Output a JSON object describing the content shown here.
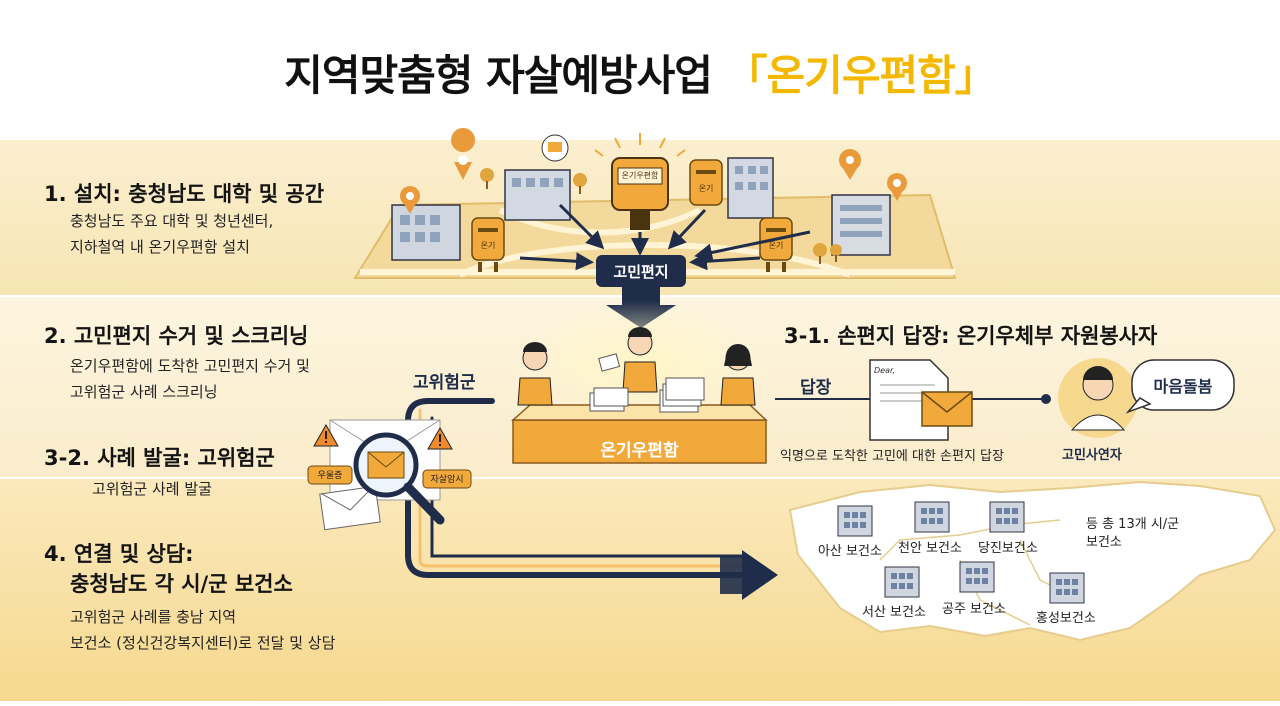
{
  "title": {
    "main": "지역맞춤형 자살예방사업",
    "highlight": "「온기우편함」"
  },
  "steps": {
    "s1": {
      "heading": "1. 설치: 충청남도 대학 및 공간",
      "desc1": "충청남도 주요 대학 및 청년센터,",
      "desc2": "지하철역 내 온기우편함 설치"
    },
    "s2": {
      "heading": "2. 고민편지 수거 및 스크리닝",
      "desc1": "온기우편함에 도착한 고민편지 수거 및",
      "desc2": "고위험군 사례 스크리닝"
    },
    "s31": {
      "heading": "3-1. 손편지 답장: 온기우체부 자원봉사자"
    },
    "s32": {
      "heading": "3-2. 사례 발굴: 고위험군",
      "desc1": "고위험군 사례 발굴"
    },
    "s4": {
      "heading1": "4. 연결 및 상담:",
      "heading2": "충청남도 각 시/군 보건소",
      "desc1": "고위험군 사례를 충남 지역",
      "desc2": "보건소 (정신건강복지센터)로 전달 및 상담"
    }
  },
  "labels": {
    "letter": "고민편지",
    "mailbox_sign": "온기우편함",
    "mailbox_small": "온기",
    "table": "온기우편함",
    "high_risk": "고위험군",
    "reply": "답장",
    "reply_desc": "익명으로 도착한 고민에 대한 손편지 답장",
    "person": "고민사연자",
    "care": "마음돌봄",
    "tag_depression": "우울증",
    "tag_suicide": "자살암시",
    "doc_header": "Dear,"
  },
  "map": {
    "centers": [
      "아산 보건소",
      "천안 보건소",
      "당진보건소",
      "서산 보건소",
      "공주 보건소",
      "홍성보건소"
    ],
    "total1": "등 총 13개 시/군",
    "total2": "보건소"
  },
  "colors": {
    "accent": "#f5b800",
    "navy": "#1f2d4a",
    "mailbox": "#f2a93b",
    "cream": "#fbefcf"
  }
}
